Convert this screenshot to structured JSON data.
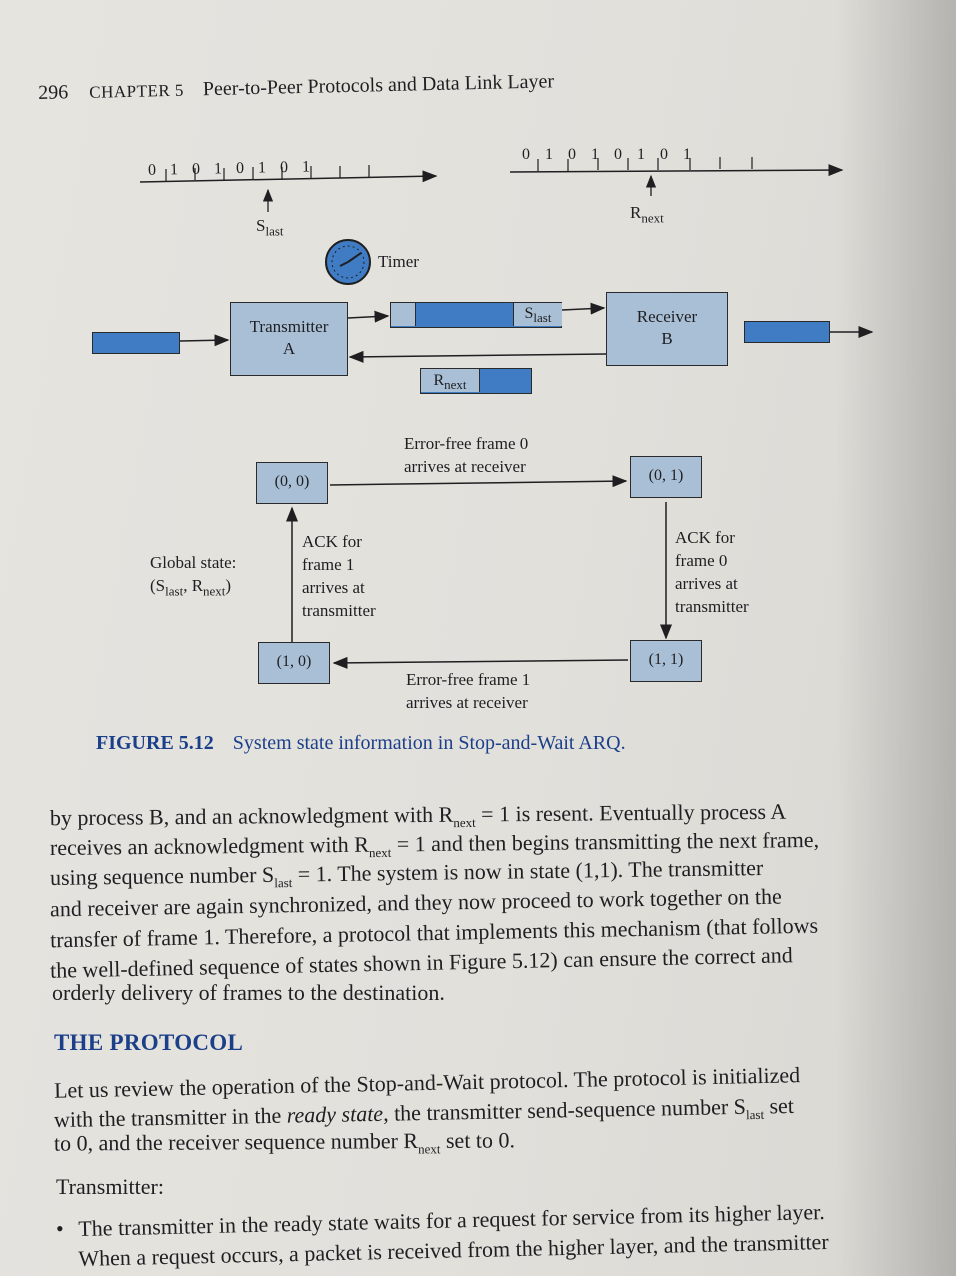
{
  "header": {
    "page_number": "296",
    "chapter": "CHAPTER 5",
    "title": "Peer-to-Peer Protocols and Data Link Layer"
  },
  "figure": {
    "sequence_left": [
      "0",
      "1",
      "0",
      "1",
      "0",
      "1",
      "0",
      "1"
    ],
    "sequence_right": [
      "0",
      "1",
      "0",
      "1",
      "0",
      "1",
      "0",
      "1"
    ],
    "s_last": "S",
    "s_last_sub": "last",
    "r_next": "R",
    "r_next_sub": "next",
    "timer": "Timer",
    "transmitter": [
      "Transmitter",
      "A"
    ],
    "receiver": [
      "Receiver",
      "B"
    ],
    "frame_label_s": "S",
    "frame_label_s_sub": "last",
    "ack_label_r": "R",
    "ack_label_r_sub": "next",
    "states": {
      "s00": "(0, 0)",
      "s01": "(0, 1)",
      "s10": "(1, 0)",
      "s11": "(1, 1)"
    },
    "global_state_line1": "Global state:",
    "global_state_line2": "(S",
    "global_state_s_sub": "last",
    "global_state_sep": ", R",
    "global_state_r_sub": "next",
    "global_state_end": ")",
    "transition_top": [
      "Error-free frame 0",
      "arrives at receiver"
    ],
    "transition_bottom": [
      "Error-free frame 1",
      "arrives at receiver"
    ],
    "transition_left": [
      "ACK for",
      "frame 1",
      "arrives at",
      "transmitter"
    ],
    "transition_right": [
      "ACK for",
      "frame 0",
      "arrives at",
      "transmitter"
    ],
    "caption_number": "FIGURE 5.12",
    "caption_text": "System state information in Stop-and-Wait ARQ."
  },
  "paragraph1": [
    {
      "pre": "by process B, and an acknowledgment with R",
      "sub": "next",
      "post": " = 1 is resent. Eventually process A"
    },
    {
      "pre": "receives an acknowledgment with R",
      "sub": "next",
      "post": " = 1 and then begins transmitting the next frame,"
    },
    {
      "pre": "using sequence number S",
      "sub": "last",
      "post": " = 1. The system is now in state (1,1). The transmitter"
    },
    {
      "pre": "and receiver are again synchronized, and they now proceed to work together on the",
      "sub": "",
      "post": ""
    },
    {
      "pre": "transfer of frame 1. Therefore, a protocol that implements this mechanism (that follows",
      "sub": "",
      "post": ""
    },
    {
      "pre": "the well-defined sequence of states shown in Figure 5.12) can ensure the correct and",
      "sub": "",
      "post": ""
    },
    {
      "pre": "orderly delivery of frames to the destination.",
      "sub": "",
      "post": ""
    }
  ],
  "section_heading": "THE PROTOCOL",
  "paragraph2": [
    {
      "pre": "Let us review the operation of the Stop-and-Wait protocol. The protocol is initialized",
      "sub": "",
      "post": "",
      "italic": ""
    },
    {
      "pre": "with the transmitter in the ",
      "italic": "ready state",
      "pre2": ", the transmitter send-sequence number S",
      "sub": "last",
      "post": " set"
    },
    {
      "pre": "to 0, and the receiver sequence number R",
      "sub": "next",
      "post": " set to 0.",
      "italic": ""
    }
  ],
  "transmitter_label": "Transmitter:",
  "bullet": [
    "The transmitter in the ready state waits for a request for service from its higher layer.",
    "When a request occurs, a packet is received from the higher layer, and the transmitter"
  ],
  "colors": {
    "accent_blue": "#1c3f8a",
    "box_fill": "#a9bfd6",
    "bar_fill": "#3f7cc4"
  }
}
